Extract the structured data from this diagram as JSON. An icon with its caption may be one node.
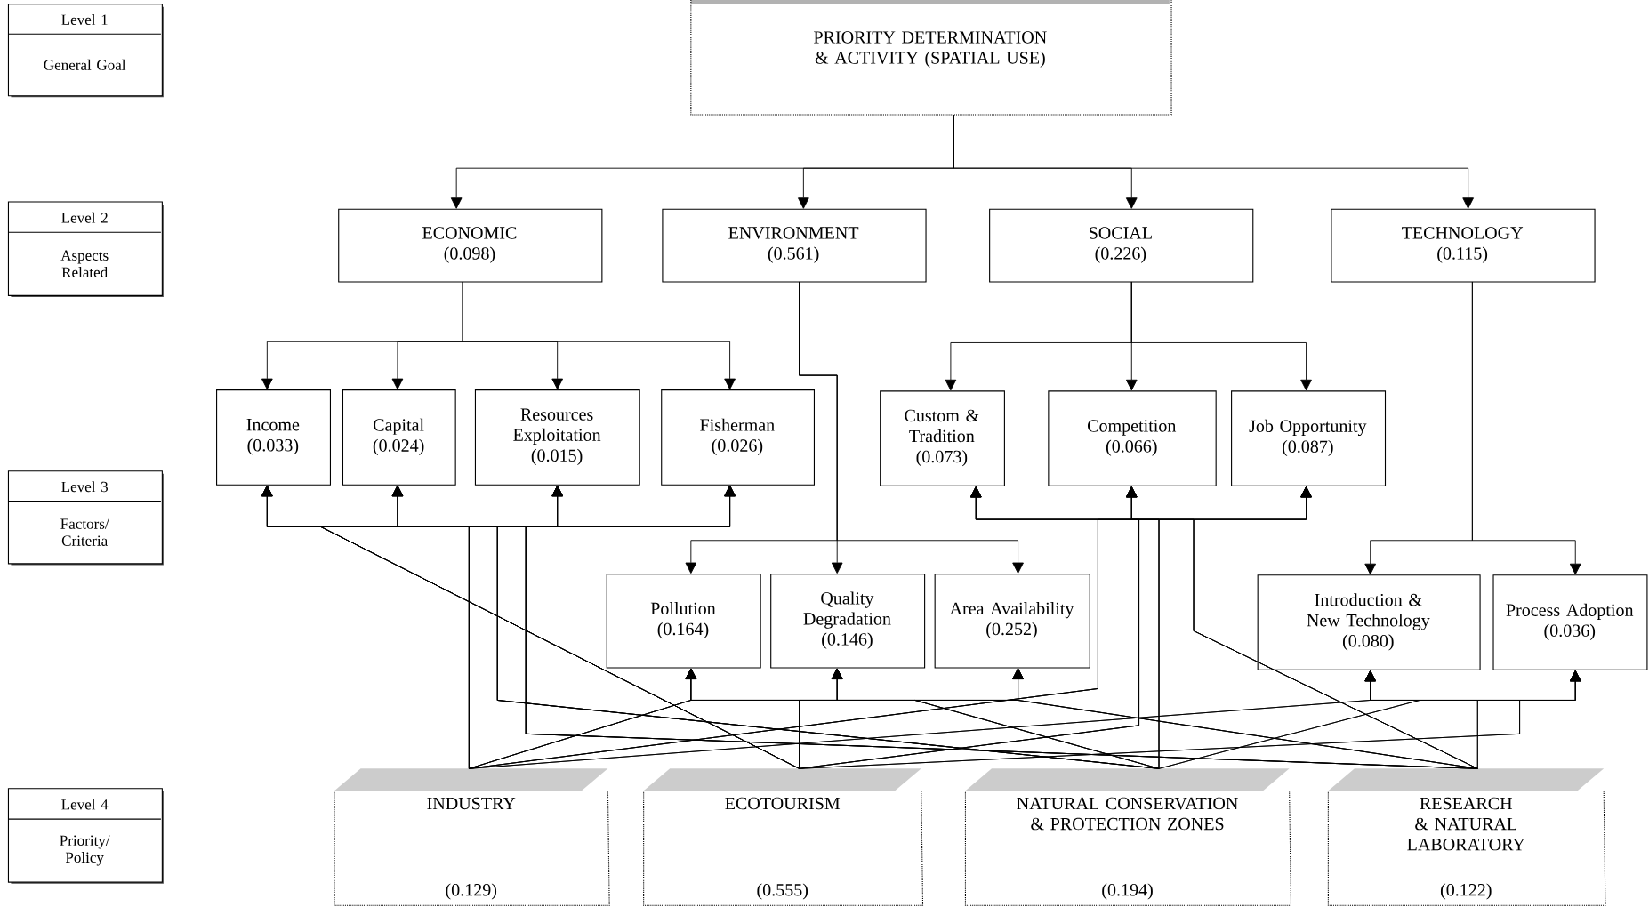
{
  "diagram": {
    "nodes": [
      {
        "text": [
          "Level 1",
          "General Goal"
        ]
      },
      {
        "text": [
          "PRIORITY DETERMINATION & ACTIVITY (SPATIAL USE)"
        ]
      },
      {
        "text": [
          "Level 2",
          "Aspects Related"
        ]
      },
      {
        "text": [
          "ECONOMIC",
          "(0.098)"
        ]
      },
      {
        "text": [
          "ENVIRONMENT",
          "(0.561)"
        ]
      },
      {
        "text": [
          "SOCIAL",
          "(0.226)"
        ]
      },
      {
        "text": [
          "TECHNOLOGY",
          "(0.115)"
        ]
      },
      {
        "text": [
          "Level 3",
          "Factors/ Criteria"
        ]
      },
      {
        "text": [
          "Income",
          "(0.033)"
        ]
      },
      {
        "text": [
          "Capital",
          "(0.024)"
        ]
      },
      {
        "text": [
          "Resources Exploitation",
          "(0.015)"
        ]
      },
      {
        "text": [
          "Fisherman",
          "(0.026)"
        ]
      },
      {
        "text": [
          "Custom & Tradition",
          "(0.073)"
        ]
      },
      {
        "text": [
          "Competition",
          "(0.066)"
        ]
      },
      {
        "text": [
          "Job Opportunity",
          "(0.087)"
        ]
      },
      {
        "text": [
          "Pollution",
          "(0.164)"
        ]
      },
      {
        "text": [
          "Quality Degradation",
          "(0.146)"
        ]
      },
      {
        "text": [
          "Area Availability",
          "(0.252)"
        ]
      },
      {
        "text": [
          "Introduction & New Technology",
          "(0.080)"
        ]
      },
      {
        "text": [
          "Process Adoption",
          "(0.036)"
        ]
      },
      {
        "text": [
          "Level 4",
          "Priority/ Policy"
        ]
      },
      {
        "text": [
          "INDUSTRY",
          "(0.129)"
        ]
      },
      {
        "text": [
          "ECOTOURISM",
          "(0.555)"
        ]
      },
      {
        "text": [
          "NATURAL CONSERVATION & PROTECTION ZONES",
          "(0.194)"
        ]
      },
      {
        "text": [
          "RESEARCH & NATURAL LABORATORY",
          "(0.122)"
        ]
      }
    ],
    "edges": [
      {
        "from": 1,
        "to": 3,
        "arrow": "to"
      },
      {
        "from": 1,
        "to": 4,
        "arrow": "to"
      },
      {
        "from": 1,
        "to": 5,
        "arrow": "to"
      },
      {
        "from": 1,
        "to": 6,
        "arrow": "to"
      },
      {
        "from": 3,
        "to": 8,
        "arrow": "to"
      },
      {
        "from": 3,
        "to": 9,
        "arrow": "to"
      },
      {
        "from": 3,
        "to": 10,
        "arrow": "to"
      },
      {
        "from": 3,
        "to": 11,
        "arrow": "to"
      },
      {
        "from": 5,
        "to": 12,
        "arrow": "to"
      },
      {
        "from": 5,
        "to": 13,
        "arrow": "to"
      },
      {
        "from": 5,
        "to": 14,
        "arrow": "to"
      },
      {
        "from": 4,
        "to": 15,
        "arrow": "to"
      },
      {
        "from": 4,
        "to": 16,
        "arrow": "to"
      },
      {
        "from": 4,
        "to": 17,
        "arrow": "to"
      },
      {
        "from": 6,
        "to": 18,
        "arrow": "to"
      },
      {
        "from": 6,
        "to": 19,
        "arrow": "to"
      },
      {
        "from": 21,
        "to": 8,
        "arrow": "to"
      },
      {
        "from": 21,
        "to": 9,
        "arrow": "to"
      },
      {
        "from": 21,
        "to": 10,
        "arrow": "to"
      },
      {
        "from": 21,
        "to": 11,
        "arrow": "to"
      },
      {
        "from": 21,
        "to": 12,
        "arrow": "to"
      },
      {
        "from": 21,
        "to": 13,
        "arrow": "to"
      },
      {
        "from": 21,
        "to": 14,
        "arrow": "to"
      },
      {
        "from": 21,
        "to": 15,
        "arrow": "to"
      },
      {
        "from": 21,
        "to": 16,
        "arrow": "to"
      },
      {
        "from": 21,
        "to": 17,
        "arrow": "to"
      },
      {
        "from": 21,
        "to": 18,
        "arrow": "to"
      },
      {
        "from": 21,
        "to": 19,
        "arrow": "to"
      },
      {
        "from": 22,
        "to": 8,
        "arrow": "to"
      },
      {
        "from": 22,
        "to": 9,
        "arrow": "to"
      },
      {
        "from": 22,
        "to": 10,
        "arrow": "to"
      },
      {
        "from": 22,
        "to": 11,
        "arrow": "to"
      },
      {
        "from": 22,
        "to": 12,
        "arrow": "to"
      },
      {
        "from": 22,
        "to": 13,
        "arrow": "to"
      },
      {
        "from": 22,
        "to": 14,
        "arrow": "to"
      },
      {
        "from": 22,
        "to": 15,
        "arrow": "to"
      },
      {
        "from": 22,
        "to": 16,
        "arrow": "to"
      },
      {
        "from": 22,
        "to": 17,
        "arrow": "to"
      },
      {
        "from": 22,
        "to": 18,
        "arrow": "to"
      },
      {
        "from": 22,
        "to": 19,
        "arrow": "to"
      },
      {
        "from": 23,
        "to": 8,
        "arrow": "to"
      },
      {
        "from": 23,
        "to": 9,
        "arrow": "to"
      },
      {
        "from": 23,
        "to": 10,
        "arrow": "to"
      },
      {
        "from": 23,
        "to": 11,
        "arrow": "to"
      },
      {
        "from": 23,
        "to": 12,
        "arrow": "to"
      },
      {
        "from": 23,
        "to": 13,
        "arrow": "to"
      },
      {
        "from": 23,
        "to": 14,
        "arrow": "to"
      },
      {
        "from": 23,
        "to": 15,
        "arrow": "to"
      },
      {
        "from": 23,
        "to": 16,
        "arrow": "to"
      },
      {
        "from": 23,
        "to": 17,
        "arrow": "to"
      },
      {
        "from": 23,
        "to": 18,
        "arrow": "to"
      },
      {
        "from": 23,
        "to": 19,
        "arrow": "to"
      },
      {
        "from": 24,
        "to": 8,
        "arrow": "to"
      },
      {
        "from": 24,
        "to": 9,
        "arrow": "to"
      },
      {
        "from": 24,
        "to": 10,
        "arrow": "to"
      },
      {
        "from": 24,
        "to": 11,
        "arrow": "to"
      },
      {
        "from": 24,
        "to": 12,
        "arrow": "to"
      },
      {
        "from": 24,
        "to": 13,
        "arrow": "to"
      },
      {
        "from": 24,
        "to": 14,
        "arrow": "to"
      },
      {
        "from": 24,
        "to": 15,
        "arrow": "to"
      },
      {
        "from": 24,
        "to": 16,
        "arrow": "to"
      },
      {
        "from": 24,
        "to": 17,
        "arrow": "to"
      },
      {
        "from": 24,
        "to": 18,
        "arrow": "to"
      },
      {
        "from": 24,
        "to": 19,
        "arrow": "to"
      }
    ]
  }
}
